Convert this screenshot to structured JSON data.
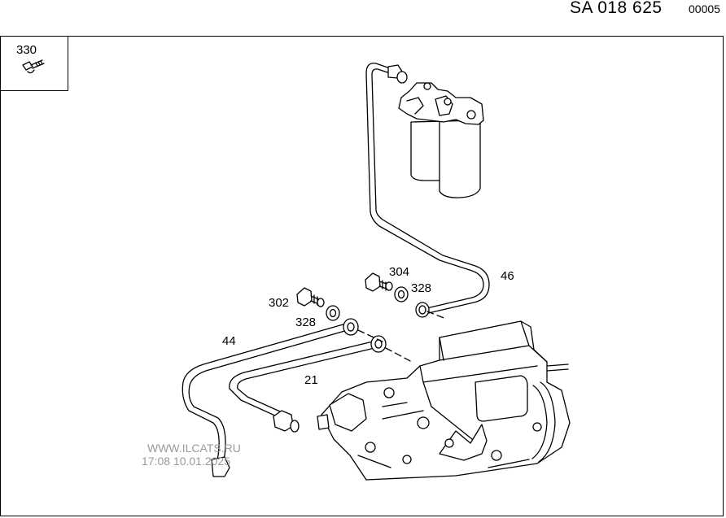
{
  "header": {
    "code": "SA 018 625",
    "number": "00005"
  },
  "inset": {
    "label": "330"
  },
  "callouts": [
    {
      "id": "c-46",
      "text": "46"
    },
    {
      "id": "c-304",
      "text": "304"
    },
    {
      "id": "c-328a",
      "text": "328"
    },
    {
      "id": "c-302",
      "text": "302"
    },
    {
      "id": "c-328b",
      "text": "328"
    },
    {
      "id": "c-44",
      "text": "44"
    },
    {
      "id": "c-21",
      "text": "21"
    }
  ],
  "watermark": {
    "line1": "WWW.ILCATS.RU",
    "line2": "17:08 10.01.2025"
  }
}
